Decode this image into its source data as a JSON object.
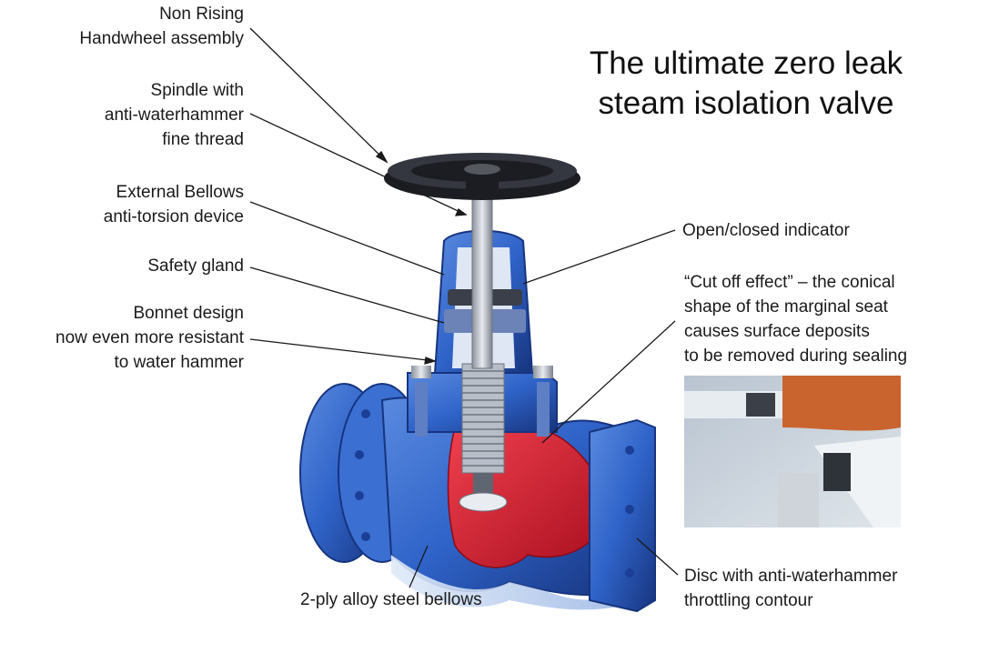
{
  "title": {
    "line1": "The ultimate zero leak",
    "line2": "steam isolation valve"
  },
  "callouts": {
    "handwheel": {
      "line1": "Non Rising",
      "line2": "Handwheel assembly"
    },
    "spindle": {
      "line1": "Spindle with",
      "line2": "anti-waterhammer",
      "line3": "fine thread"
    },
    "external_bellows": {
      "line1": "External Bellows",
      "line2": "anti-torsion device"
    },
    "safety_gland": {
      "line1": "Safety gland"
    },
    "bonnet": {
      "line1": "Bonnet design",
      "line2": "now even more resistant",
      "line3": "to water hammer"
    },
    "indicator": {
      "line1": "Open/closed indicator"
    },
    "cut_off": {
      "line1": "“Cut off effect” – the conical",
      "line2": "shape of the marginal seat",
      "line3": "causes surface deposits",
      "line4": "to be removed during sealing"
    },
    "bellows": {
      "line1": "2-ply alloy steel bellows"
    },
    "disc": {
      "line1": "Disc with anti-waterhammer",
      "line2": "throttling contour"
    }
  },
  "colors": {
    "body_blue": "#2f63c8",
    "body_dark": "#1b3f96",
    "cut_red": "#d21a2c",
    "handwheel": "#1b1d22",
    "steel": "#c9ced6"
  }
}
